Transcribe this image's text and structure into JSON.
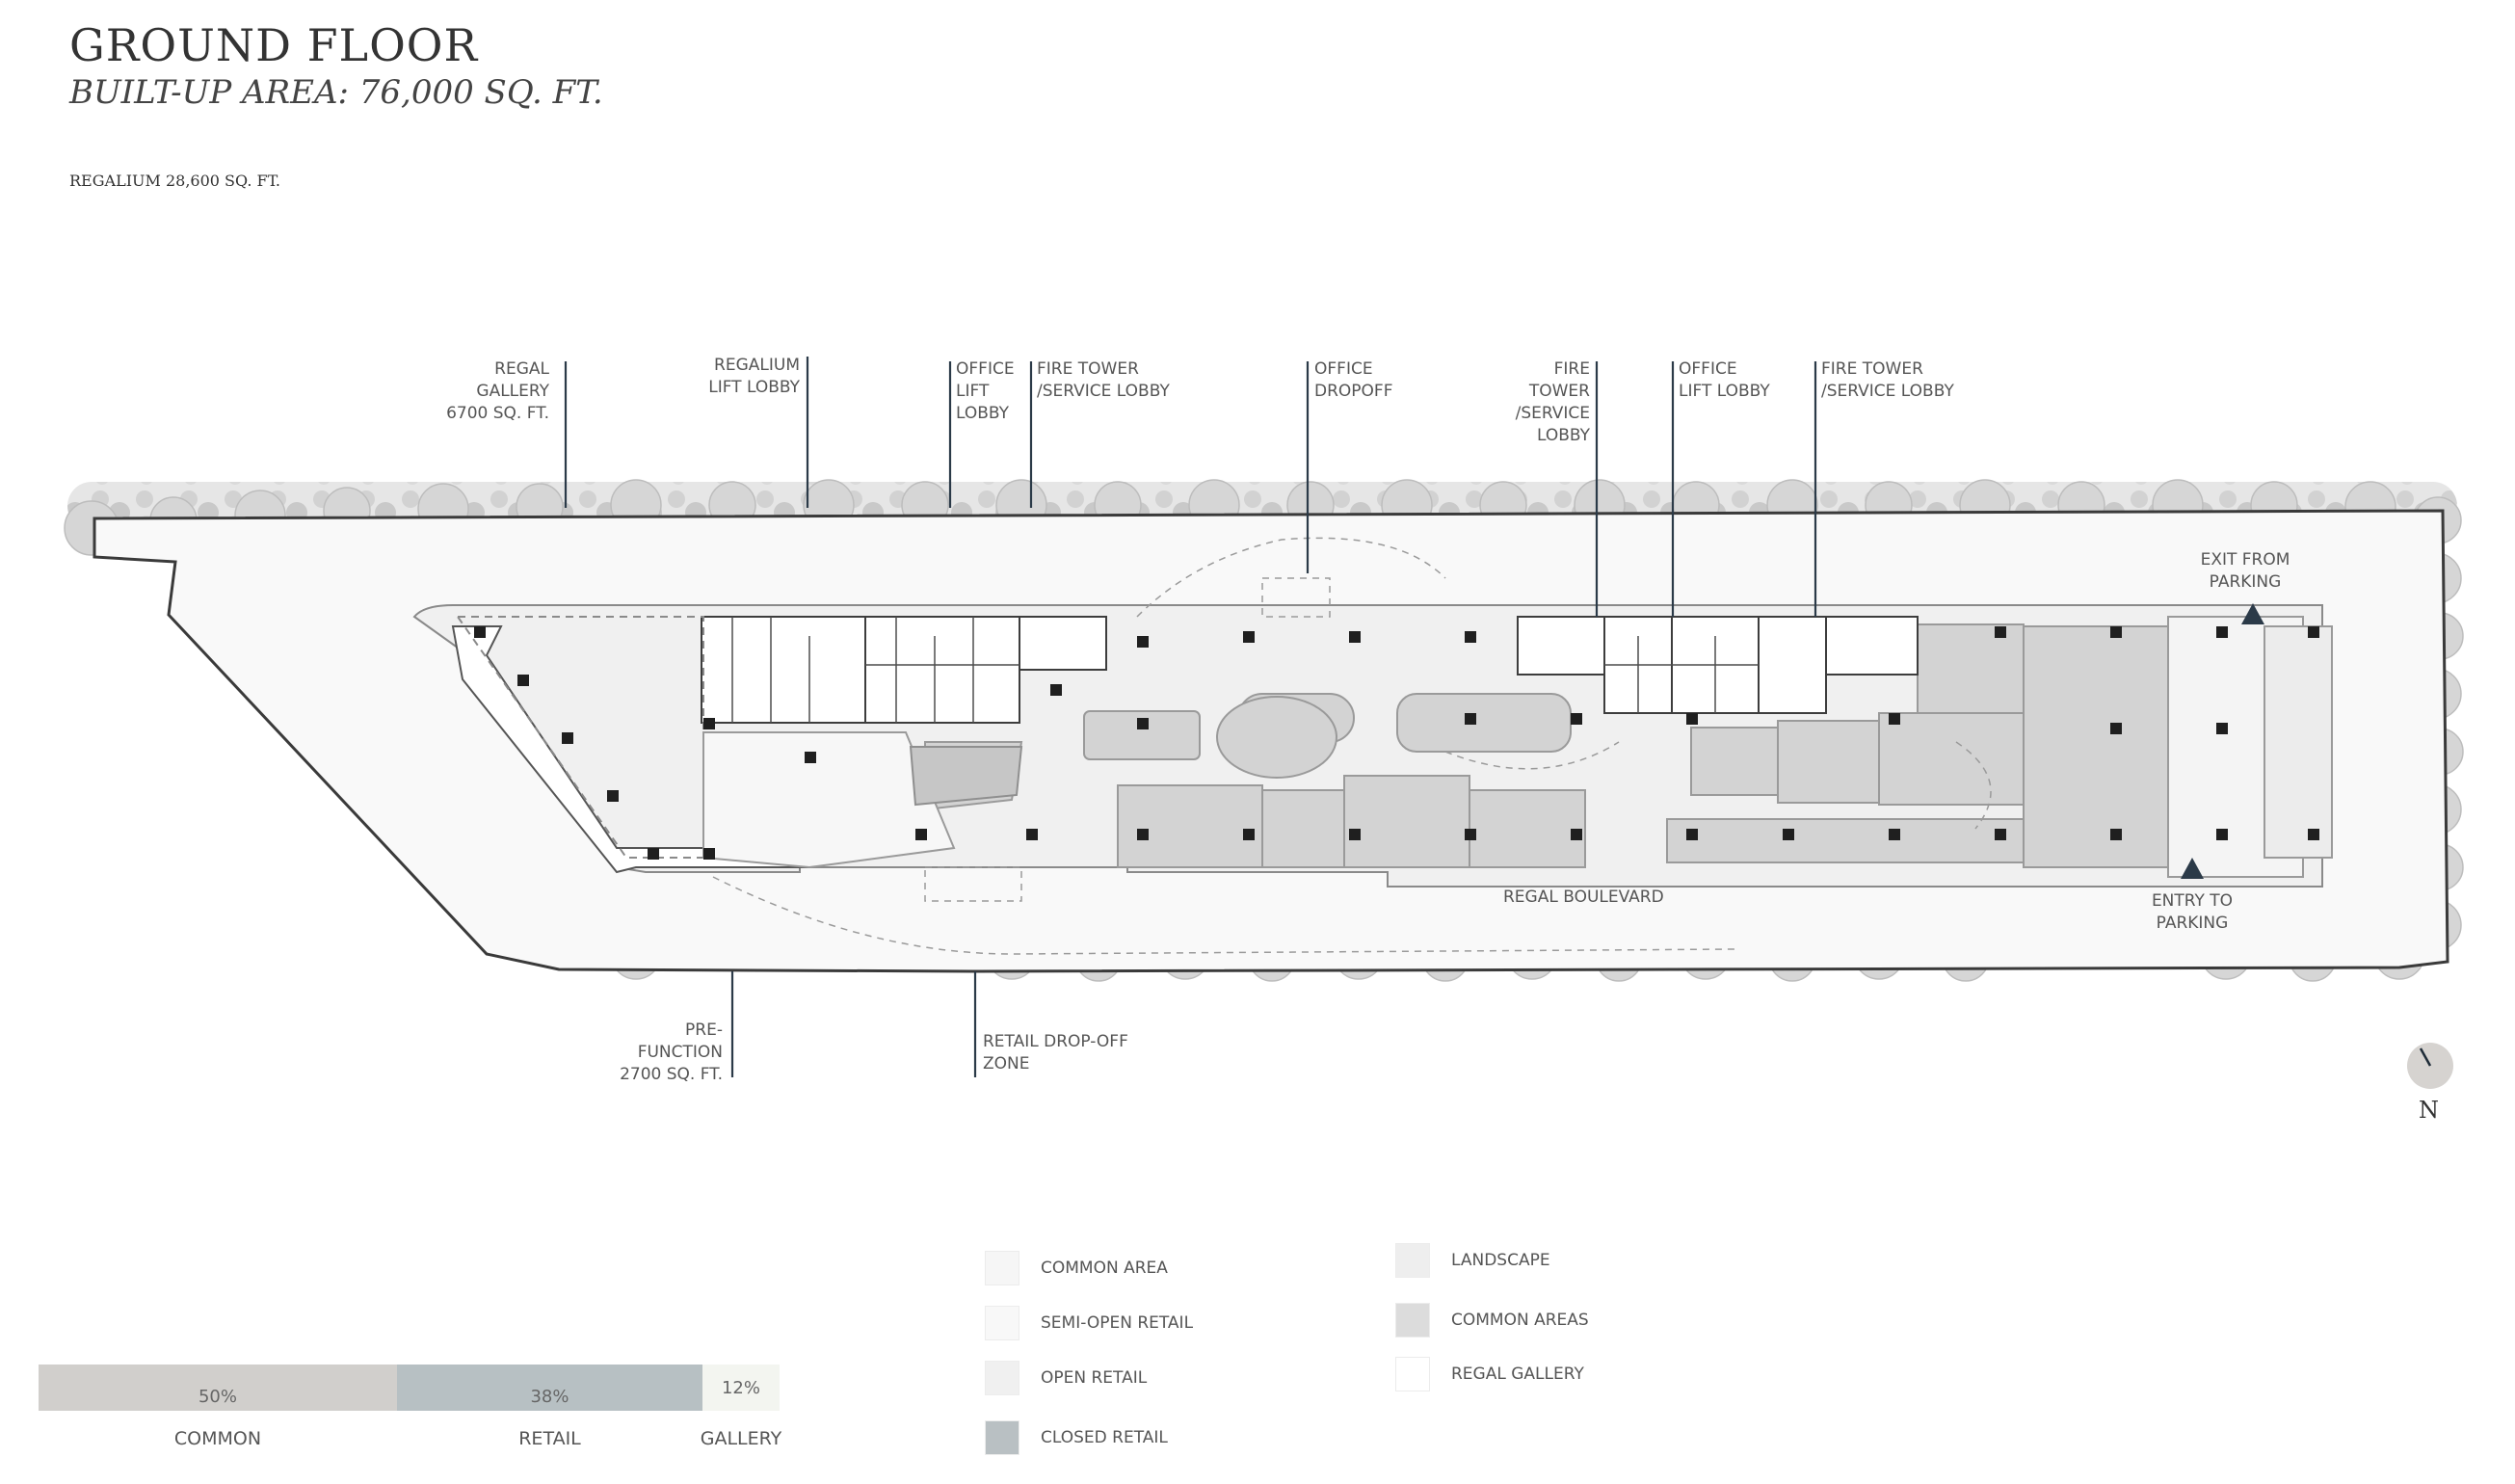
{
  "header": {
    "title": "GROUND FLOOR",
    "subtitle": "BUILT-UP AREA: 76,000 SQ. FT.",
    "note": "REGALIUM 28,600 SQ. FT."
  },
  "callouts": {
    "regal_gallery": "REGAL\nGALLERY\n6700 SQ. FT.",
    "regalium_lift_lobby": "REGALIUM\nLIFT LOBBY",
    "office_lift_lobby_1": "OFFICE\nLIFT\nLOBBY",
    "fire_tower_service_lobby_1": "FIRE TOWER\n/SERVICE LOBBY",
    "office_dropoff": "OFFICE\nDROPOFF",
    "fire_tower_service_lobby_2": "FIRE\nTOWER\n/SERVICE\nLOBBY",
    "office_lift_lobby_2": "OFFICE\nLIFT LOBBY",
    "fire_tower_service_lobby_3": "FIRE TOWER\n/SERVICE LOBBY",
    "exit_from_parking": "EXIT FROM\nPARKING",
    "entry_to_parking": "ENTRY TO\nPARKING",
    "regal_boulevard": "REGAL BOULEVARD",
    "pre_function": "PRE-\nFUNCTION\n2700 SQ. FT.",
    "retail_drop_off_zone": "RETAIL DROP-OFF\nZONE"
  },
  "compass": {
    "label": "N"
  },
  "legend": {
    "left": [
      {
        "label": "COMMON AREA",
        "color": "#f6f6f6"
      },
      {
        "label": "SEMI-OPEN RETAIL",
        "color": "#f8f8f8"
      },
      {
        "label": "OPEN RETAIL",
        "color": "#f0f0f0"
      },
      {
        "label": "CLOSED RETAIL",
        "color": "#b9c0c3"
      }
    ],
    "right": [
      {
        "label": "LANDSCAPE",
        "color": "#eeeeee"
      },
      {
        "label": "COMMON AREAS",
        "color": "#dcdcdc"
      },
      {
        "label": "REGAL GALLERY",
        "color": "#ffffff"
      }
    ]
  },
  "area_split": {
    "segments": [
      {
        "name": "COMMON",
        "percent": "50%",
        "value": 50,
        "color": "#d1cfcc"
      },
      {
        "name": "RETAIL",
        "percent": "38%",
        "value": 38,
        "color": "#b7c0c3"
      },
      {
        "name": "GALLERY",
        "percent": "12%",
        "value": 12,
        "color": "#f3f5f0"
      }
    ]
  }
}
